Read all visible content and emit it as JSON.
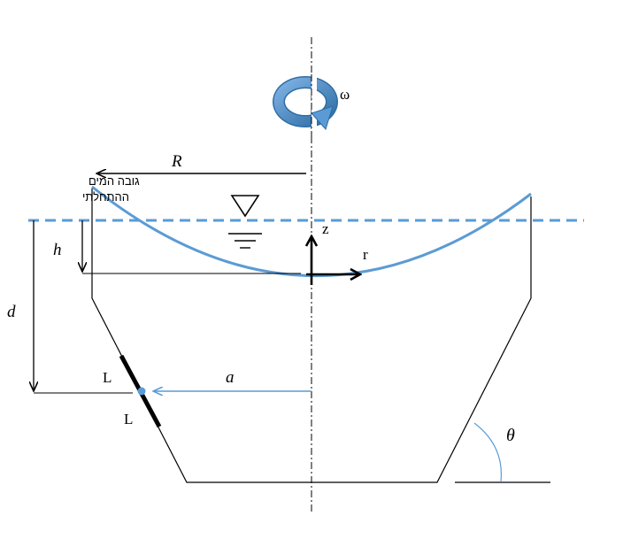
{
  "labels": {
    "omega": "ω",
    "R": "R",
    "initial_water_level_line1": "גובה המים",
    "initial_water_level_line2": "ההתחלתי",
    "z": "z",
    "r": "r",
    "h": "h",
    "d": "d",
    "a": "a",
    "L_top": "L",
    "L_bottom": "L",
    "theta": "θ"
  },
  "colors": {
    "water": "#5b9bd5",
    "arrow_dark": "#2e6da4",
    "line": "#000000",
    "axis": "#000000"
  },
  "icons": {
    "rotation": "rotation-arrow-icon",
    "free_surface": "free-surface-triangle-icon"
  }
}
